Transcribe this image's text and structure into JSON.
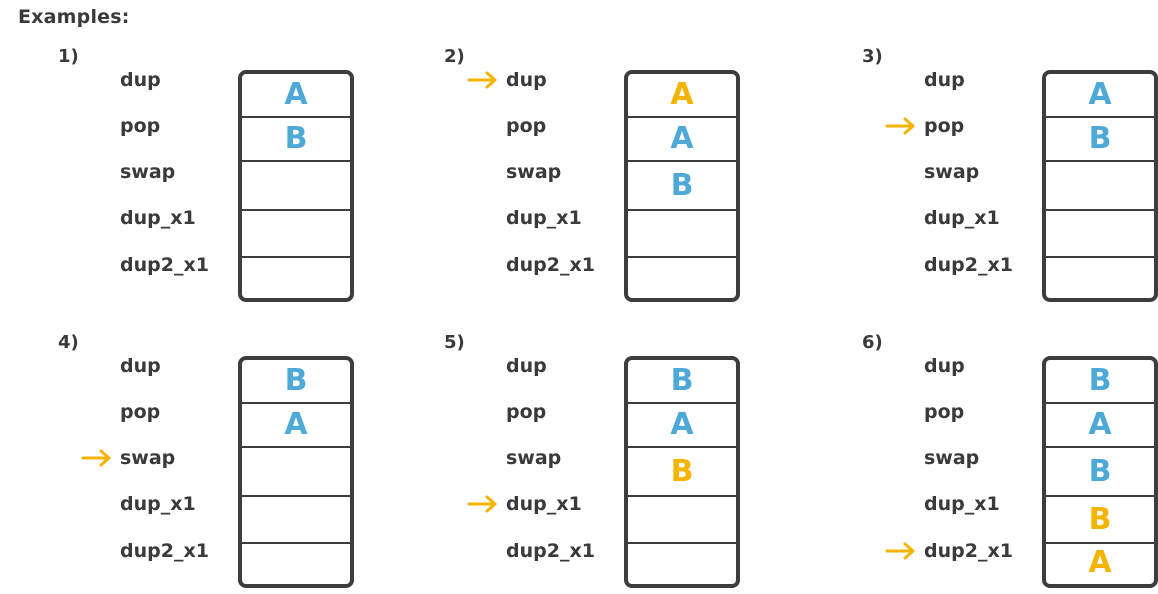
{
  "title": "Examples:",
  "colors": {
    "blue": "#4fa9d6",
    "yellow": "#f5b400",
    "dark": "#3d3d3d"
  },
  "instructions": [
    "dup",
    "pop",
    "swap",
    "dup_x1",
    "dup2_x1"
  ],
  "examples": [
    {
      "number": "1)",
      "pointer": null,
      "stack": [
        {
          "text": "A",
          "color": "blue"
        },
        {
          "text": "B",
          "color": "blue"
        },
        {
          "text": "",
          "color": "blue"
        },
        {
          "text": "",
          "color": "blue"
        },
        {
          "text": "",
          "color": "blue"
        }
      ]
    },
    {
      "number": "2)",
      "pointer": 0,
      "stack": [
        {
          "text": "A",
          "color": "yellow"
        },
        {
          "text": "A",
          "color": "blue"
        },
        {
          "text": "B",
          "color": "blue"
        },
        {
          "text": "",
          "color": "blue"
        },
        {
          "text": "",
          "color": "blue"
        }
      ]
    },
    {
      "number": "3)",
      "pointer": 1,
      "stack": [
        {
          "text": "A",
          "color": "blue"
        },
        {
          "text": "B",
          "color": "blue"
        },
        {
          "text": "",
          "color": "blue"
        },
        {
          "text": "",
          "color": "blue"
        },
        {
          "text": "",
          "color": "blue"
        }
      ]
    },
    {
      "number": "4)",
      "pointer": 2,
      "stack": [
        {
          "text": "B",
          "color": "blue"
        },
        {
          "text": "A",
          "color": "blue"
        },
        {
          "text": "",
          "color": "blue"
        },
        {
          "text": "",
          "color": "blue"
        },
        {
          "text": "",
          "color": "blue"
        }
      ]
    },
    {
      "number": "5)",
      "pointer": 3,
      "stack": [
        {
          "text": "B",
          "color": "blue"
        },
        {
          "text": "A",
          "color": "blue"
        },
        {
          "text": "B",
          "color": "yellow"
        },
        {
          "text": "",
          "color": "blue"
        },
        {
          "text": "",
          "color": "blue"
        }
      ]
    },
    {
      "number": "6)",
      "pointer": 4,
      "stack": [
        {
          "text": "B",
          "color": "blue"
        },
        {
          "text": "A",
          "color": "blue"
        },
        {
          "text": "B",
          "color": "blue"
        },
        {
          "text": "B",
          "color": "yellow"
        },
        {
          "text": "A",
          "color": "yellow"
        }
      ]
    }
  ]
}
